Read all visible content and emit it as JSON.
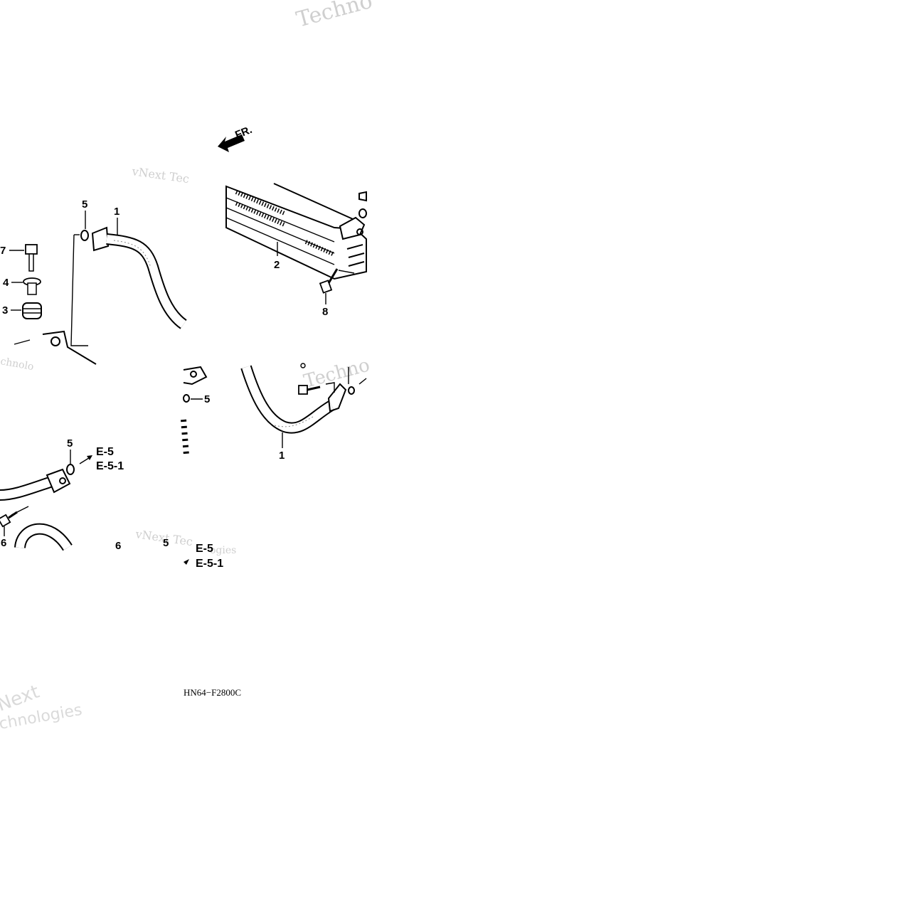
{
  "diagram": {
    "part_code": "HN64−F2800C",
    "front_label": "FR.",
    "refs": [
      "E-5",
      "E-5-1",
      "E-5",
      "E-5-1"
    ],
    "callouts": [
      "5",
      "1",
      "7",
      "4",
      "3",
      "2",
      "8",
      "5",
      "1",
      "5",
      "6",
      "6",
      "5"
    ],
    "watermarks": [
      "Techno",
      "vNext Tec",
      "vNext Tec",
      "Techno",
      "Next",
      "chnologies",
      "ogies",
      "chnolo"
    ]
  }
}
